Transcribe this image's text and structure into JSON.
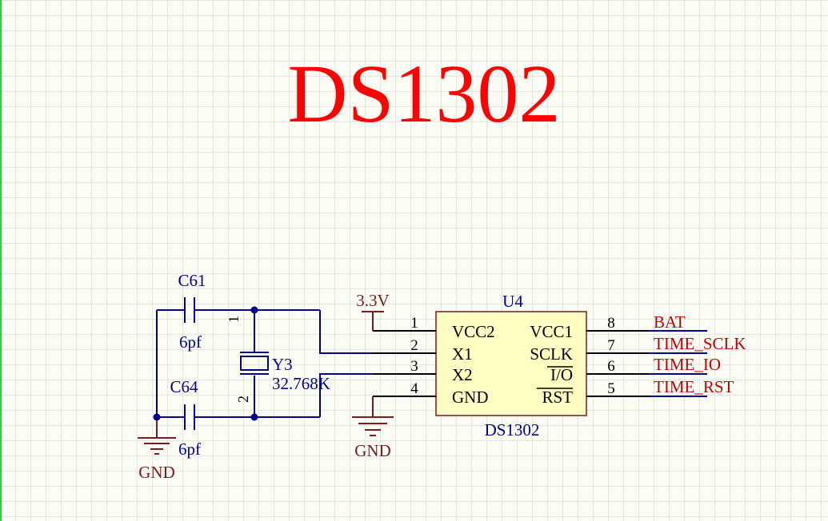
{
  "title": "DS1302",
  "chip": {
    "designator": "U4",
    "value": "DS1302",
    "left_pins": [
      {
        "num": "1",
        "name": "VCC2"
      },
      {
        "num": "2",
        "name": "X1"
      },
      {
        "num": "3",
        "name": "X2"
      },
      {
        "num": "4",
        "name": "GND"
      }
    ],
    "right_pins": [
      {
        "num": "8",
        "name": "VCC1",
        "net": "BAT"
      },
      {
        "num": "7",
        "name": "SCLK",
        "net": "TIME_SCLK"
      },
      {
        "num": "6",
        "name": "I/O",
        "net": "TIME_IO"
      },
      {
        "num": "5",
        "name": "RST",
        "net": "TIME_RST"
      }
    ]
  },
  "power": {
    "supply": "3.3V",
    "ground_chip": "GND",
    "ground_caps": "GND"
  },
  "capacitors": [
    {
      "designator": "C61",
      "value": "6pf"
    },
    {
      "designator": "C64",
      "value": "6pf"
    }
  ],
  "crystal": {
    "designator": "Y3",
    "value": "32.768K",
    "pin_top": "1",
    "pin_bottom": "2"
  },
  "colors": {
    "title": "#ff0000",
    "wire": "#00008c",
    "power": "#7a1a1a",
    "net_label": "#c00000",
    "chip_body": "#ffffc4",
    "grid": "#e6e6dc"
  }
}
